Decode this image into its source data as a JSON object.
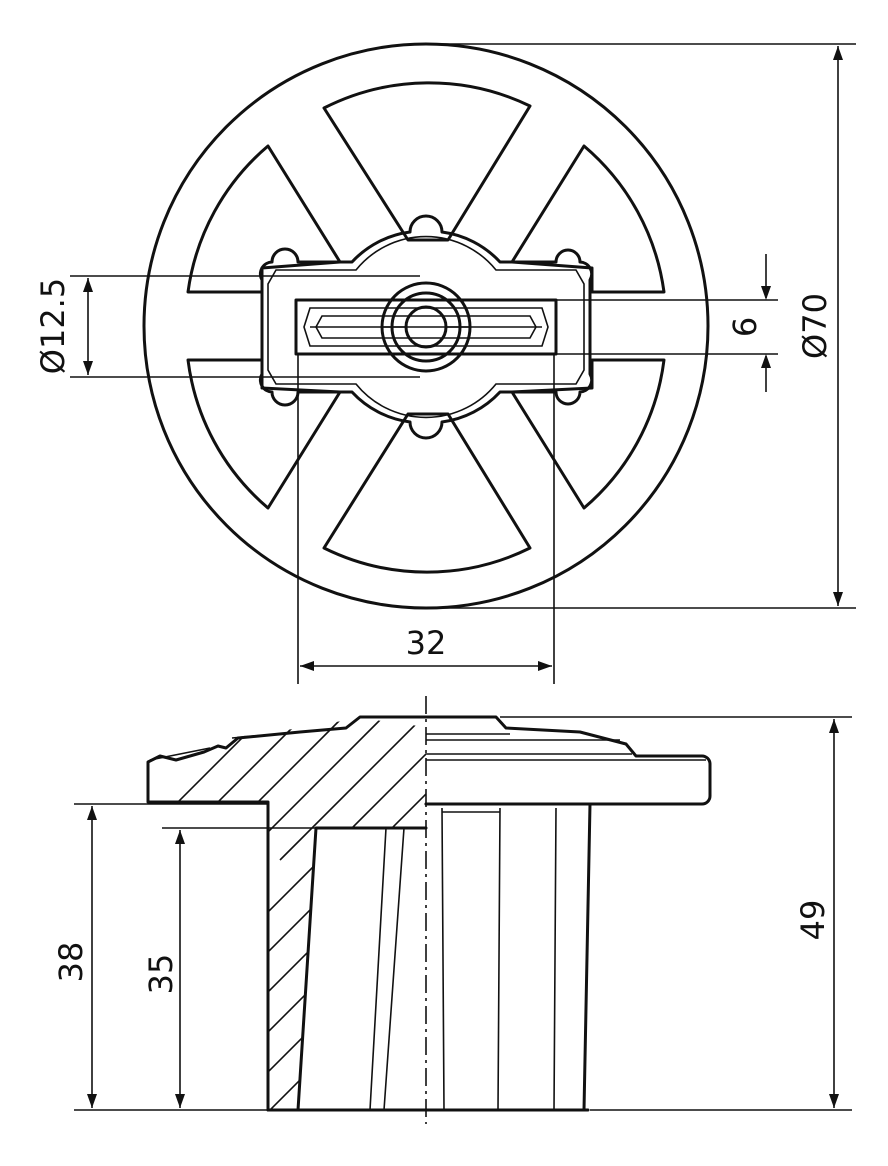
{
  "dimensions": {
    "bore_diameter": "Ø12.5",
    "slot_width": "6",
    "outer_diameter": "Ø70",
    "slot_length": "32",
    "total_height": "49",
    "depth_outer": "38",
    "depth_inner": "35"
  },
  "colors": {
    "line": "#111111",
    "background": "#ffffff"
  }
}
